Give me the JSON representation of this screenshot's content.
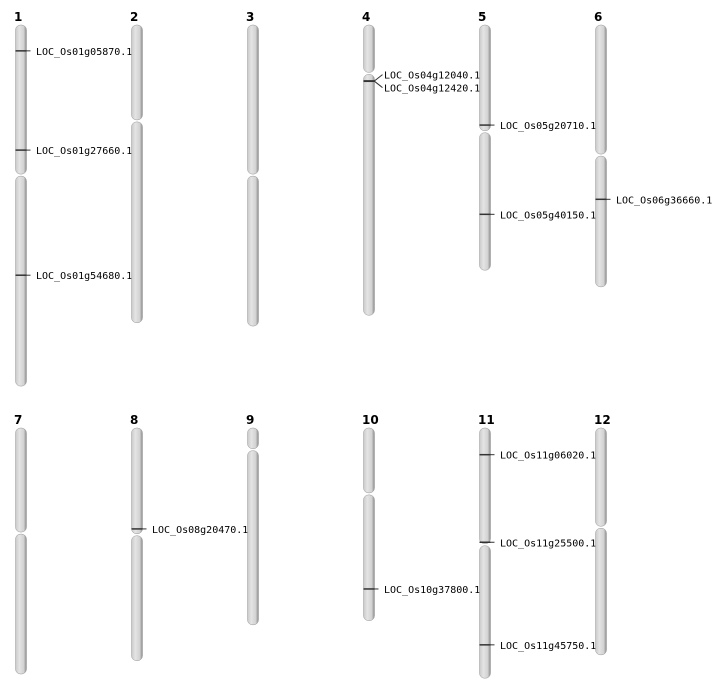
{
  "units": "Mb",
  "chromosomes": [
    {
      "name": "1",
      "length": 43.3,
      "centromere": 18.0,
      "markers": [
        {
          "id": "LOC_Os01g05870.1",
          "pos": 3.1
        },
        {
          "id": "LOC_Os01g27660.1",
          "pos": 15.0
        },
        {
          "id": "LOC_Os01g54680.1",
          "pos": 30.0
        }
      ]
    },
    {
      "name": "2",
      "length": 35.7,
      "centromere": 11.5,
      "markers": []
    },
    {
      "name": "3",
      "length": 36.1,
      "centromere": 18.0,
      "markers": []
    },
    {
      "name": "4",
      "length": 34.8,
      "centromere": 5.8,
      "markers": [
        {
          "id": "LOC_Os04g12040.1",
          "pos": 6.7
        },
        {
          "id": "LOC_Os04g12420.1",
          "pos": 6.75
        }
      ]
    },
    {
      "name": "5",
      "length": 29.4,
      "centromere": 12.8,
      "markers": [
        {
          "id": "LOC_Os05g20710.1",
          "pos": 12.0
        },
        {
          "id": "LOC_Os05g40150.1",
          "pos": 22.7
        }
      ]
    },
    {
      "name": "6",
      "length": 31.4,
      "centromere": 15.6,
      "markers": [
        {
          "id": "LOC_Os06g36660.1",
          "pos": 20.9
        }
      ]
    },
    {
      "name": "7",
      "length": 29.5,
      "centromere": 12.6,
      "markers": []
    },
    {
      "name": "8",
      "length": 27.9,
      "centromere": 12.8,
      "markers": [
        {
          "id": "LOC_Os08g20470.1",
          "pos": 12.1
        }
      ]
    },
    {
      "name": "9",
      "length": 23.6,
      "centromere": 2.6,
      "markers": []
    },
    {
      "name": "10",
      "length": 23.1,
      "centromere": 7.9,
      "markers": [
        {
          "id": "LOC_Os10g37800.1",
          "pos": 19.3
        }
      ]
    },
    {
      "name": "11",
      "length": 30.0,
      "centromere": 14.0,
      "markers": [
        {
          "id": "LOC_Os11g06020.1",
          "pos": 3.2
        },
        {
          "id": "LOC_Os11g25500.1",
          "pos": 13.7
        },
        {
          "id": "LOC_Os11g45750.1",
          "pos": 26.0
        }
      ]
    },
    {
      "name": "12",
      "length": 27.2,
      "centromere": 11.9,
      "markers": []
    }
  ],
  "colors": {
    "chromosome_light": "#e6e6e6",
    "chromosome_mid": "#cfcfcf",
    "chromosome_edge": "#6a6a6a",
    "marker": "#333333"
  }
}
